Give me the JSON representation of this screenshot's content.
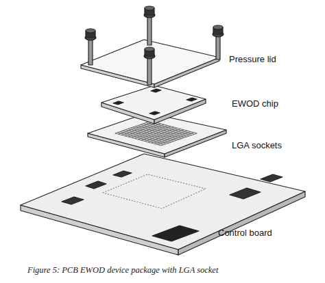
{
  "diagram": {
    "caption": "Figure 5: PCB EWOD device package with LGA socket",
    "labels": [
      "Pressure lid",
      "EWOD chip",
      "LGA sockets",
      "Control board"
    ]
  }
}
